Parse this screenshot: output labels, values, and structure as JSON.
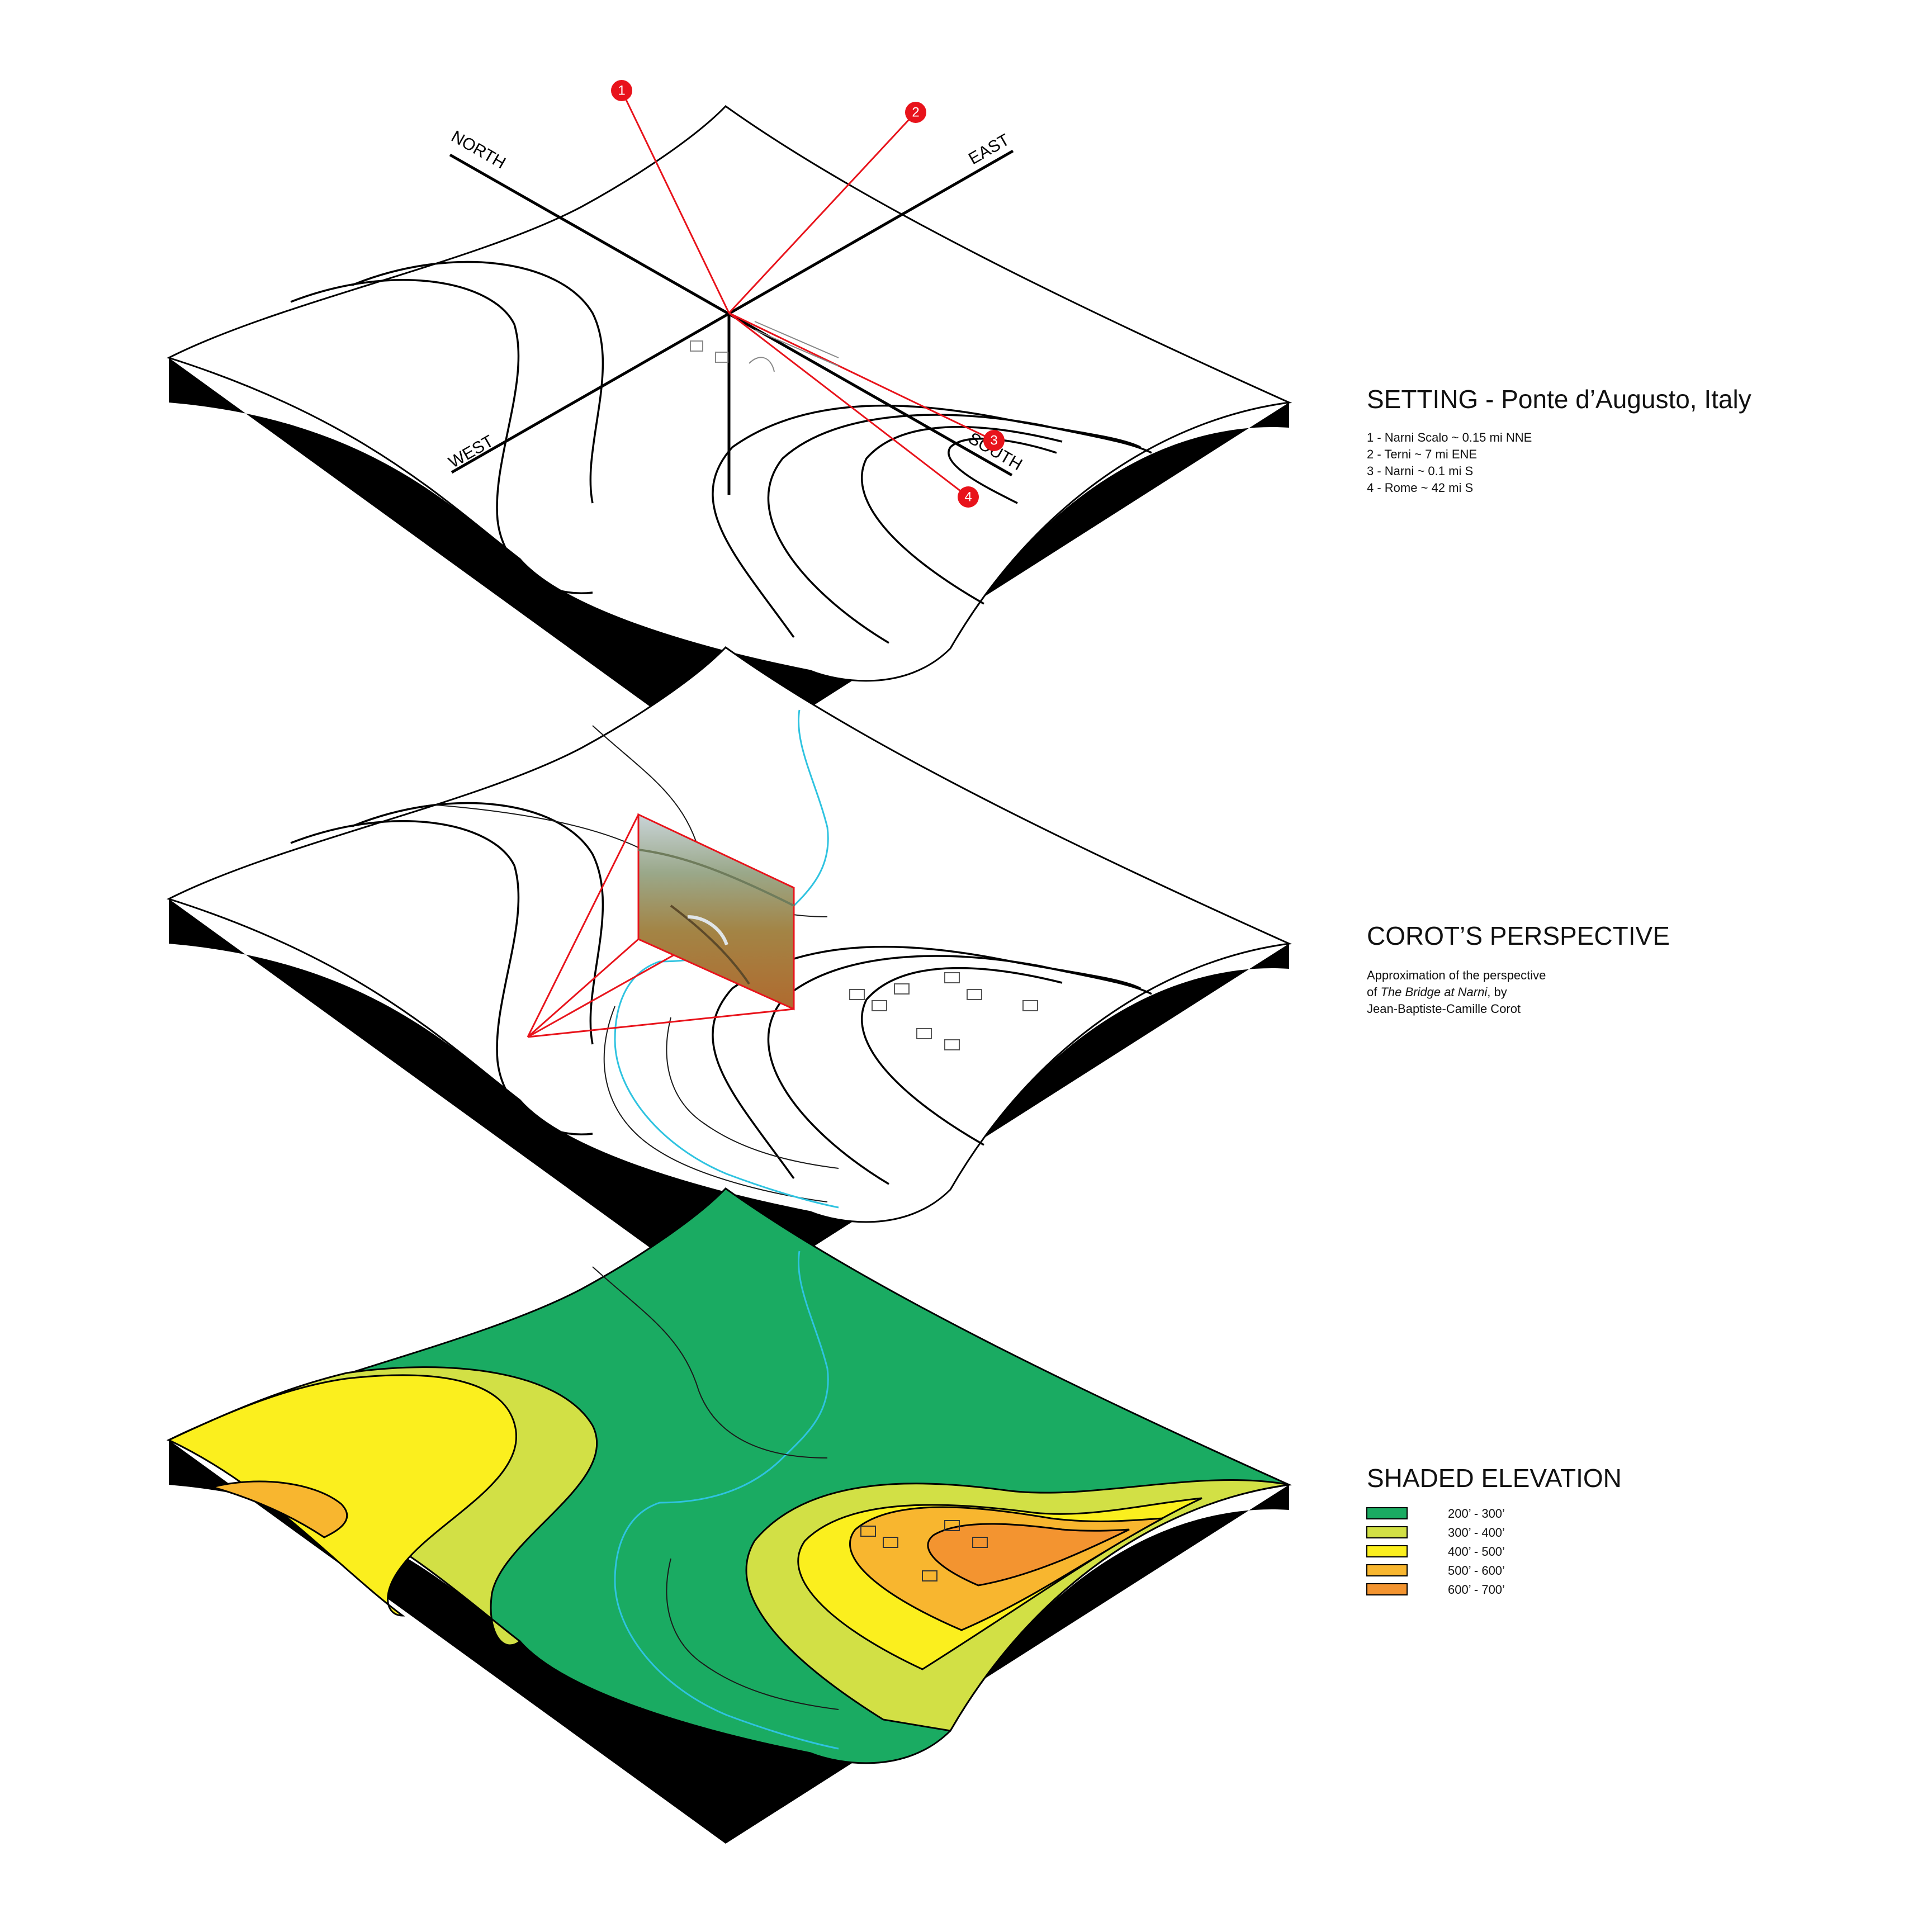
{
  "compass": {
    "north": "NORTH",
    "east": "EAST",
    "south": "SOUTH",
    "west": "WEST"
  },
  "setting": {
    "title": "SETTING - Ponte d’Augusto, Italy",
    "markers": [
      {
        "num": "1",
        "text": "1 - Narni Scalo ~ 0.15 mi NNE"
      },
      {
        "num": "2",
        "text": "2 - Terni ~ 7 mi ENE"
      },
      {
        "num": "3",
        "text": "3 - Narni ~ 0.1 mi S"
      },
      {
        "num": "4",
        "text": "4 - Rome ~ 42 mi S"
      }
    ]
  },
  "perspective": {
    "title": "COROT’S PERSPECTIVE",
    "line1": "Approximation of the perspective",
    "line2_prefix": "of ",
    "line2_italic": "The Bridge at Narni",
    "line2_suffix": ", by",
    "line3": "Jean-Baptiste-Camille Corot"
  },
  "elevation": {
    "title": "SHADED ELEVATION",
    "legend": [
      {
        "label": "200’ - 300’",
        "color": "#1aab62"
      },
      {
        "label": "300’ - 400’",
        "color": "#d2e045"
      },
      {
        "label": "400’ - 500’",
        "color": "#fbef1e"
      },
      {
        "label": "500’ - 600’",
        "color": "#f8b62f"
      },
      {
        "label": "600’ - 700’",
        "color": "#f39430"
      }
    ]
  },
  "colors": {
    "red": "#e8131b",
    "river": "#2fc3e0",
    "side": "#000000"
  }
}
